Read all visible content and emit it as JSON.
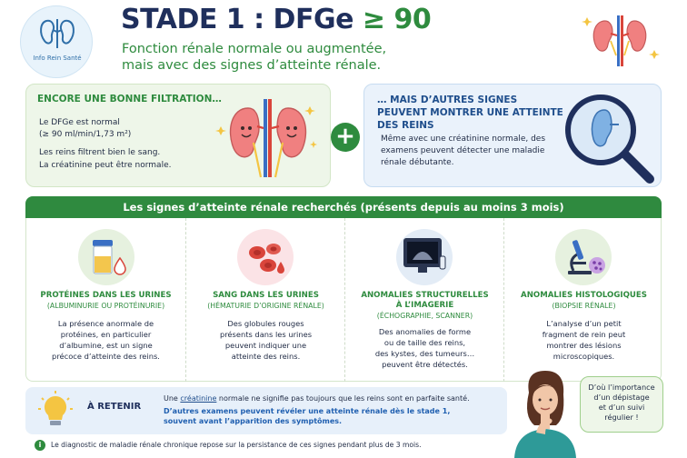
{
  "brand": {
    "name": "Info Rein Santé",
    "green": "#2e8b3e",
    "navy": "#1f2f5c",
    "blue": "#1f4e8c"
  },
  "header": {
    "title_prefix": "STADE 1 : DFGe",
    "title_value": "≥ 90",
    "subtitle_1": "Fonction rénale normale ou augmentée,",
    "subtitle_2": "mais avec des signes d’atteinte rénale."
  },
  "left_box": {
    "heading": "ENCORE UNE BONNE FILTRATION…",
    "line_1": "Le DFGe est normal",
    "line_2": "(≥ 90 ml/min/1,73 m²)",
    "line_3": "Les reins filtrent bien le sang.",
    "line_4": "La créatinine peut être normale."
  },
  "plus_icon": "plus-icon",
  "right_box": {
    "heading": "… MAIS D’AUTRES SIGNES PEUVENT MONTRER UNE ATTEINTE DES REINS",
    "text": "Même avec une créatinine normale, des examens peuvent détecter une maladie rénale débutante."
  },
  "signs": {
    "banner": "Les signes d’atteinte rénale recherchés (présents depuis au moins 3 mois)",
    "items": [
      {
        "icon": "urine-cup-icon",
        "title": "PROTÉINES DANS LES URINES",
        "subtitle": "(ALBUMINURIE OU PROTÉINURIE)",
        "desc_1": "La présence anormale de",
        "desc_2": "protéines, en particulier",
        "desc_3": "d’albumine, est un signe",
        "desc_4": "précoce d’atteinte des reins."
      },
      {
        "icon": "blood-cells-icon",
        "title": "SANG DANS LES URINES",
        "subtitle": "(HÉMATURIE D’ORIGINE RÉNALE)",
        "desc_1": "Des globules rouges",
        "desc_2": "présents dans les urines",
        "desc_3": "peuvent indiquer une",
        "desc_4": "atteinte des reins."
      },
      {
        "icon": "ultrasound-icon",
        "title_1": "ANOMALIES STRUCTURELLES",
        "title_2": "À L’IMAGERIE",
        "subtitle": "(ÉCHOGRAPHIE, SCANNER)",
        "desc_1": "Des anomalies de forme",
        "desc_2": "ou de taille des reins,",
        "desc_3": "des kystes, des tumeurs…",
        "desc_4": "peuvent être détectés."
      },
      {
        "icon": "microscope-icon",
        "title": "ANOMALIES HISTOLOGIQUES",
        "subtitle": "(BIOPSIE RÉNALE)",
        "desc_1": "L’analyse d’un petit",
        "desc_2": "fragment de rein peut",
        "desc_3": "montrer des lésions",
        "desc_4": "microscopiques."
      }
    ]
  },
  "retenir": {
    "label": "À RETENIR",
    "line_1_a": "Une ",
    "line_1_link": "créatinine",
    "line_1_b": " normale ne signifie pas toujours que les reins sont en parfaite santé.",
    "line_2": "D’autres examens peuvent révéler une atteinte rénale dès le stade 1, souvent avant l’apparition des symptômes."
  },
  "bubble": {
    "text_1": "D’où l’importance",
    "text_2": "d’un dépistage",
    "text_3": "et d’un suivi",
    "text_4": "régulier !"
  },
  "footer": {
    "text": "Le diagnostic de maladie rénale chronique repose sur la persistance de ces signes pendant plus de 3 mois."
  }
}
